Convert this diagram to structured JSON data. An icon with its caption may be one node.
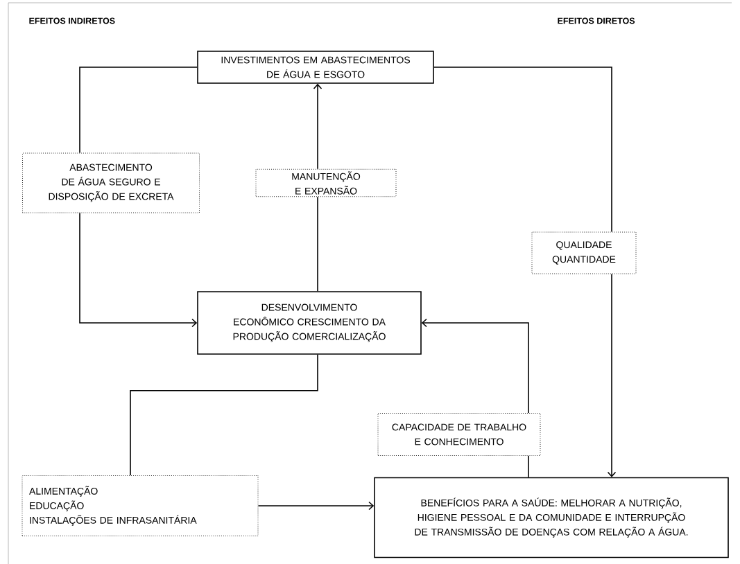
{
  "diagram": {
    "nodes": [
      {
        "text": [
          "INVESTIMENTOS EM ABASTECIMENTOS DE ÁGUA E ESGOTO"
        ]
      },
      {
        "text": [
          "ABASTECIMENTO DE ÁGUA SEGURO E DISPOSIÇÃO DE EXCRETA"
        ]
      },
      {
        "text": [
          "MANUTENÇÃO E EXPANSÃO"
        ]
      },
      {
        "text": [
          "QUALIDADE QUANTIDADE"
        ]
      },
      {
        "text": [
          "DESENVOLVIMENTO ECONÔMICO CRESCIMENTO DA PRODUÇÃO COMERCIALIZAÇÃO"
        ]
      },
      {
        "text": [
          "CAPACIDADE DE TRABALHO E CONHECIMENTO"
        ]
      },
      {
        "text": [
          "ALIMENTAÇÃO",
          "EDUCAÇÃO",
          "INSTALAÇÕES DE INFRASANITÁRIA"
        ]
      },
      {
        "text": [
          "BENEFÍCIOS PARA A SAÚDE: MELHORAR A NUTRIÇÃO, HIGIENE PESSOAL E DA COMUNIDADE E INTERRUPÇÃO DE TRANSMISSÃO DE DOENÇAS COM RELAÇÃO A ÁGUA."
        ]
      }
    ],
    "edges": [
      {
        "from": 0,
        "to": 1,
        "arrow": "none"
      },
      {
        "from": 1,
        "to": 4,
        "arrow": "to"
      },
      {
        "from": 4,
        "to": 2,
        "arrow": "none"
      },
      {
        "from": 2,
        "to": 0,
        "arrow": "to"
      },
      {
        "from": 0,
        "to": 3,
        "arrow": "none"
      },
      {
        "from": 3,
        "to": 7,
        "arrow": "to"
      },
      {
        "from": 7,
        "to": 5,
        "arrow": "none"
      },
      {
        "from": 5,
        "to": 4,
        "arrow": "to"
      },
      {
        "from": 4,
        "to": 6,
        "arrow": "none"
      },
      {
        "from": 6,
        "to": 7,
        "arrow": "to"
      }
    ],
    "labels": [
      "EFEITOS INDIRETOS",
      "EFEITOS DIRETOS"
    ]
  }
}
